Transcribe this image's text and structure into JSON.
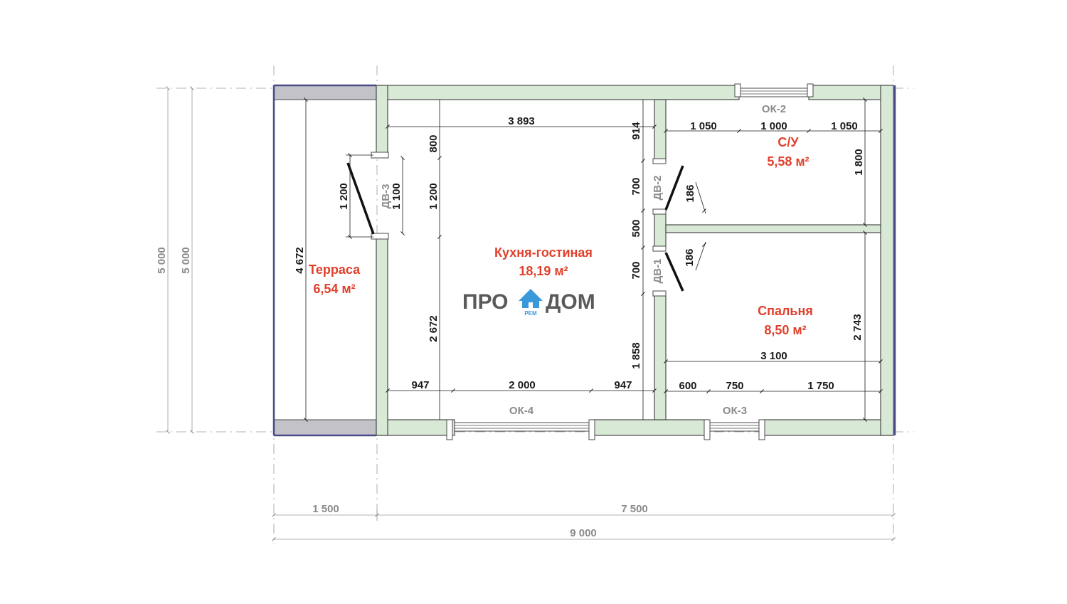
{
  "rooms": {
    "terrace": {
      "name": "Терраса",
      "area": "6,54 м²"
    },
    "kitchen": {
      "name": "Кухня-гостиная",
      "area": "18,19 м²"
    },
    "bathroom": {
      "name": "С/У",
      "area": "5,58 м²"
    },
    "bedroom": {
      "name": "Спальня",
      "area": "8,50 м²"
    }
  },
  "logo": {
    "left": "ПРО",
    "right": "ДОМ",
    "small": "РЕМ"
  },
  "windows": {
    "ok2": "ОК-2",
    "ok3": "ОК-3",
    "ok4": "ОК-4"
  },
  "doors": {
    "dv1": "ДВ-1",
    "dv2": "ДВ-2",
    "dv3": "ДВ-3"
  },
  "dims": {
    "overall_width": "9 000",
    "terrace_width": "1 500",
    "house_width": "7 500",
    "overall_height_1": "5 000",
    "overall_height_2": "5 000",
    "terrace_height": "4 672",
    "terrace_door_width": "1 200",
    "dv3_width": "1 100",
    "kitchen_width": "3 893",
    "kitchen_top_segment": "800",
    "kitchen_door_segment": "1 200",
    "kitchen_bottom_segment": "2 672",
    "kitchen_win_left": "947",
    "kitchen_win_width": "2 000",
    "kitchen_win_right": "947",
    "partition_top": "914",
    "dv2_width": "700",
    "partition_mid": "500",
    "dv1_width": "700",
    "partition_bottom": "1 858",
    "bath_win_left": "1 050",
    "bath_win_width": "1 000",
    "bath_win_right": "1 050",
    "bath_height": "1 800",
    "door_swing_1": "186",
    "door_swing_2": "186",
    "bedroom_height": "2 743",
    "bedroom_width": "3 100",
    "bed_win_left": "600",
    "bed_win_width": "750",
    "bed_win_right": "1 750"
  }
}
